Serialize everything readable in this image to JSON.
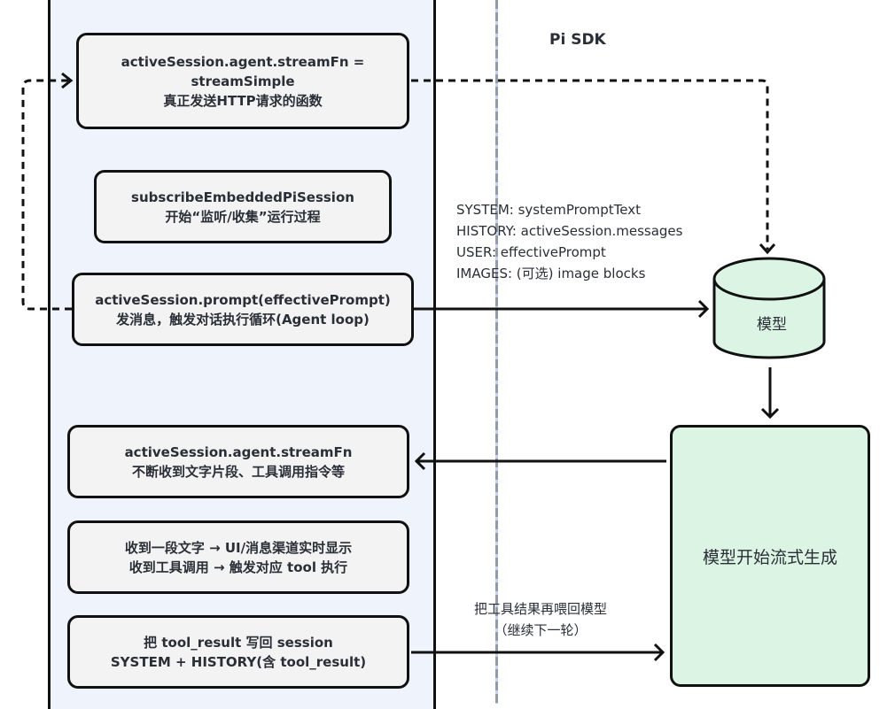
{
  "lanes": {
    "right_title": "Pi SDK"
  },
  "boxes": [
    {
      "id": "stream-fn-assign",
      "lines": [
        "activeSession.agent.streamFn =",
        "streamSimple",
        "真正发送HTTP请求的函数"
      ]
    },
    {
      "id": "subscribe-session",
      "lines": [
        "subscribeEmbeddedPiSession",
        "开始“监听/收集”运行过程"
      ]
    },
    {
      "id": "prompt-call",
      "lines": [
        "activeSession.prompt(effectivePrompt)",
        "发消息，触发对话执行循环(Agent loop)"
      ]
    },
    {
      "id": "stream-fn-receive",
      "lines": [
        "activeSession.agent.streamFn",
        "不断收到文字片段、工具调用指令等"
      ]
    },
    {
      "id": "handle-output",
      "lines": [
        "收到一段文字 → UI/消息渠道实时显示",
        "收到工具调用 → 触发对应 tool 执行"
      ]
    },
    {
      "id": "write-tool-result",
      "lines": [
        "把 tool_result 写回 session",
        "SYSTEM + HISTORY(含 tool_result)"
      ]
    }
  ],
  "request_payload": [
    "SYSTEM: systemPromptText",
    "HISTORY: activeSession.messages",
    "USER: effectivePrompt",
    "IMAGES: (可选) image blocks"
  ],
  "feedback_label": [
    "把工具结果再喂回模型",
    "（继续下一轮）"
  ],
  "model": {
    "label": "模型",
    "generation_label": "模型开始流式生成"
  },
  "colors": {
    "lane_bg": "#eef3fc",
    "box_bg": "#f3f3f3",
    "model_bg": "#dcf4e4",
    "stroke": "#111111"
  }
}
